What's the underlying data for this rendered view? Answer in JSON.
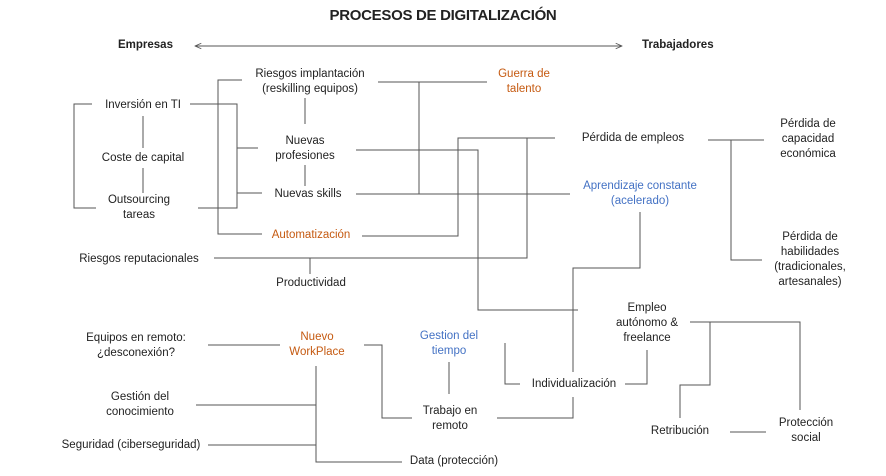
{
  "title": "PROCESOS DE DIGITALIZACIÓN",
  "axis": {
    "left": "Empresas",
    "right": "Trabajadores"
  },
  "colors": {
    "orange": "#c55a11",
    "blue": "#4472c4",
    "text": "#222222",
    "line": "#555555"
  },
  "nodes": {
    "riesgos_implantacion": "Riesgos implantación\n(reskilling equipos)",
    "guerra_talento": "Guerra de\ntalento",
    "inversion_ti": "Inversión en TI",
    "coste_capital": "Coste de capital",
    "outsourcing": "Outsourcing\ntareas",
    "nuevas_profesiones": "Nuevas\nprofesiones",
    "nuevas_skills": "Nuevas skills",
    "perdida_empleos": "Pérdida de empleos",
    "perdida_capacidad": "Pérdida de\ncapacidad\neconómica",
    "aprendizaje": "Aprendizaje constante\n(acelerado)",
    "automatizacion": "Automatización",
    "riesgos_reputacionales": "Riesgos reputacionales",
    "productividad": "Productividad",
    "perdida_habilidades": "Pérdida de\nhabilidades\n(tradicionales,\nartesanales)",
    "empleo_autonomo": "Empleo\nautónomo &\nfreelance",
    "equipos_remoto": "Equipos en remoto:\n¿desconexión?",
    "nuevo_workplace": "Nuevo\nWorkPlace",
    "gestion_tiempo": "Gestion del\ntiempo",
    "individualizacion": "Individualización",
    "gestion_conocimiento": "Gestión del\nconocimiento",
    "trabajo_remoto": "Trabajo en\nremoto",
    "retribucion": "Retribución",
    "proteccion_social": "Protección\nsocial",
    "seguridad": "Seguridad (ciberseguridad)",
    "data_proteccion": "Data (protección)"
  }
}
